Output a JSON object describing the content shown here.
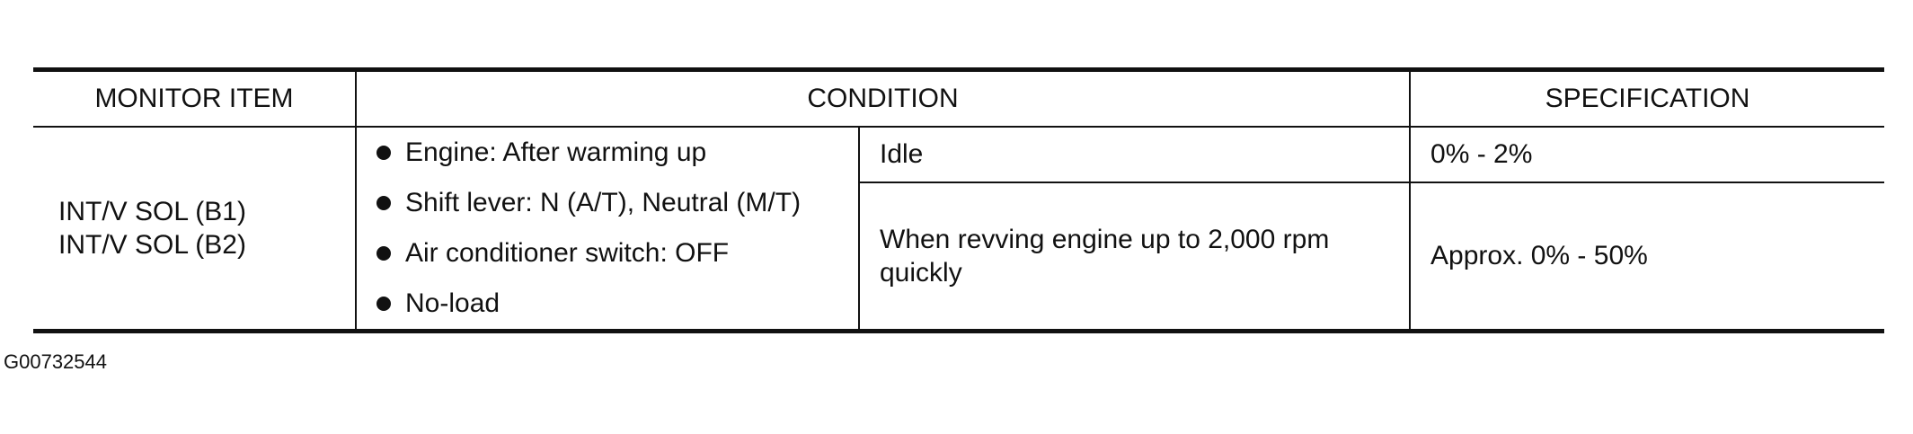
{
  "table": {
    "headers": {
      "monitor_item": "MONITOR ITEM",
      "condition": "CONDITION",
      "specification": "SPECIFICATION"
    },
    "monitor_items": [
      "INT/V SOL (B1)",
      "INT/V SOL (B2)"
    ],
    "conditions_common": [
      "Engine: After warming up",
      "Shift lever: N (A/T), Neutral (M/T)",
      "Air conditioner switch: OFF",
      "No-load"
    ],
    "rows": [
      {
        "condition": "Idle",
        "specification": "0% - 2%"
      },
      {
        "condition": "When revving engine up to 2,000 rpm quickly",
        "specification": "Approx. 0% - 50%"
      }
    ]
  },
  "figure_id": "G00732544"
}
